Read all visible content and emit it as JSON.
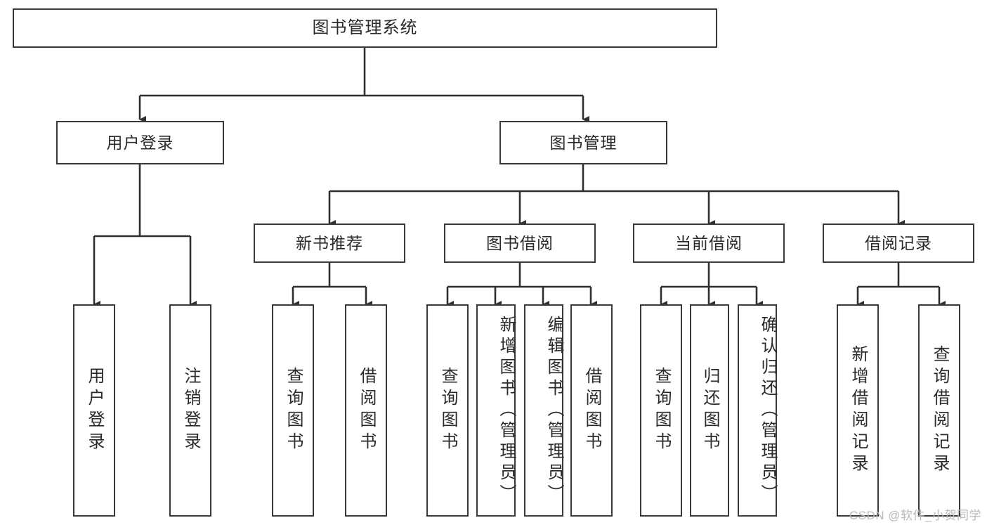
{
  "diagram": {
    "type": "tree",
    "title": "图书管理系统",
    "root": {
      "label": "图书管理系统"
    },
    "level1": [
      {
        "label": "用户登录"
      },
      {
        "label": "图书管理"
      }
    ],
    "level2": [
      {
        "label": "新书推荐"
      },
      {
        "label": "图书借阅"
      },
      {
        "label": "当前借阅"
      },
      {
        "label": "借阅记录"
      }
    ],
    "leaves": {
      "user_login": [
        {
          "label": "用户登录"
        },
        {
          "label": "注销登录"
        }
      ],
      "new_book_recommend": [
        {
          "label": "查询图书"
        },
        {
          "label": "借阅图书"
        }
      ],
      "book_borrow": [
        {
          "label": "查询图书"
        },
        {
          "label": "新增图书（管理员）"
        },
        {
          "label": "编辑图书（管理员）"
        },
        {
          "label": "借阅图书"
        }
      ],
      "current_borrow": [
        {
          "label": "查询图书"
        },
        {
          "label": "归还图书"
        },
        {
          "label": "确认归还（管理员）"
        }
      ],
      "borrow_record": [
        {
          "label": "新增借阅记录"
        },
        {
          "label": "查询借阅记录"
        }
      ]
    }
  },
  "watermark": {
    "text": "CSDN @软件_小贺同学"
  },
  "colors": {
    "box_border": "#3a3a3a",
    "box_fill": "#ffffff",
    "line": "#2f2f2f",
    "text": "#2a2a2a",
    "watermark": "#b9b9b9"
  }
}
